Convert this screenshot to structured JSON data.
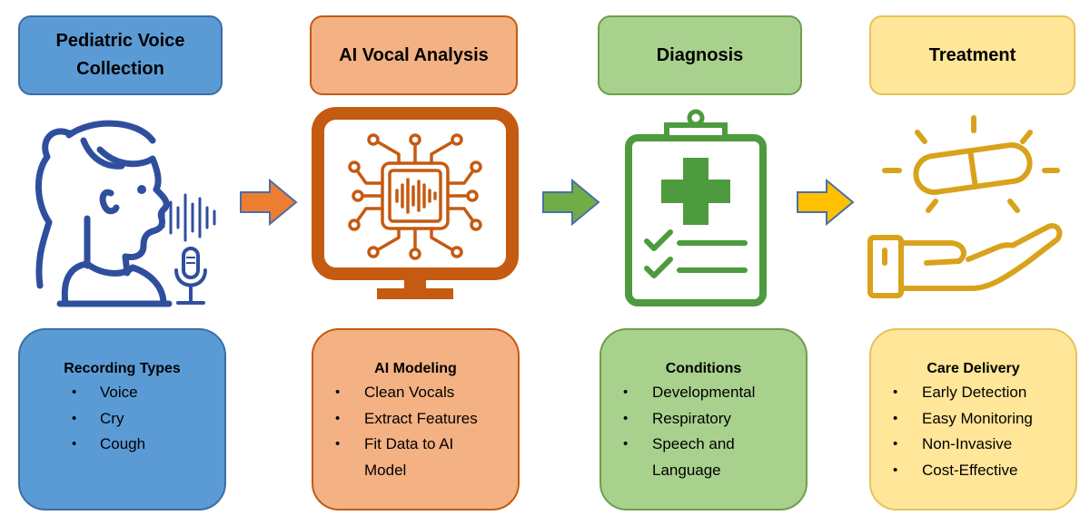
{
  "stages": [
    {
      "title": "Pediatric Voice Collection",
      "title_lines": [
        "Pediatric Voice",
        "Collection"
      ],
      "heading": "Recording Types",
      "items": [
        "Voice",
        "Cry",
        "Cough"
      ]
    },
    {
      "title": "AI Vocal Analysis",
      "heading": "AI Modeling",
      "items": [
        "Clean Vocals",
        "Extract Features",
        "Fit Data to AI Model"
      ],
      "item3_lines": [
        "Fit Data to AI",
        "Model"
      ]
    },
    {
      "title": "Diagnosis",
      "heading": "Conditions",
      "items": [
        "Developmental",
        "Respiratory",
        "Speech and Language"
      ],
      "item3_lines": [
        "Speech and",
        "Language"
      ]
    },
    {
      "title": "Treatment",
      "heading": "Care Delivery",
      "items": [
        "Early Detection",
        "Easy Monitoring",
        "Non-Invasive",
        "Cost-Effective"
      ]
    }
  ],
  "colors": {
    "blue": "#5b9bd5",
    "orange": "#f4b183",
    "green": "#a9d18e",
    "yellow": "#ffe699",
    "icon_blue": "#2f4f9e",
    "icon_orange": "#c55a11",
    "icon_green": "#4e9a3e",
    "icon_yellow": "#d9a21b"
  },
  "icons": [
    "child-speaking-icon",
    "microphone-icon",
    "ai-chip-monitor-icon",
    "clipboard-checklist-icon",
    "hand-with-pill-icon",
    "arrow-right-icon"
  ]
}
